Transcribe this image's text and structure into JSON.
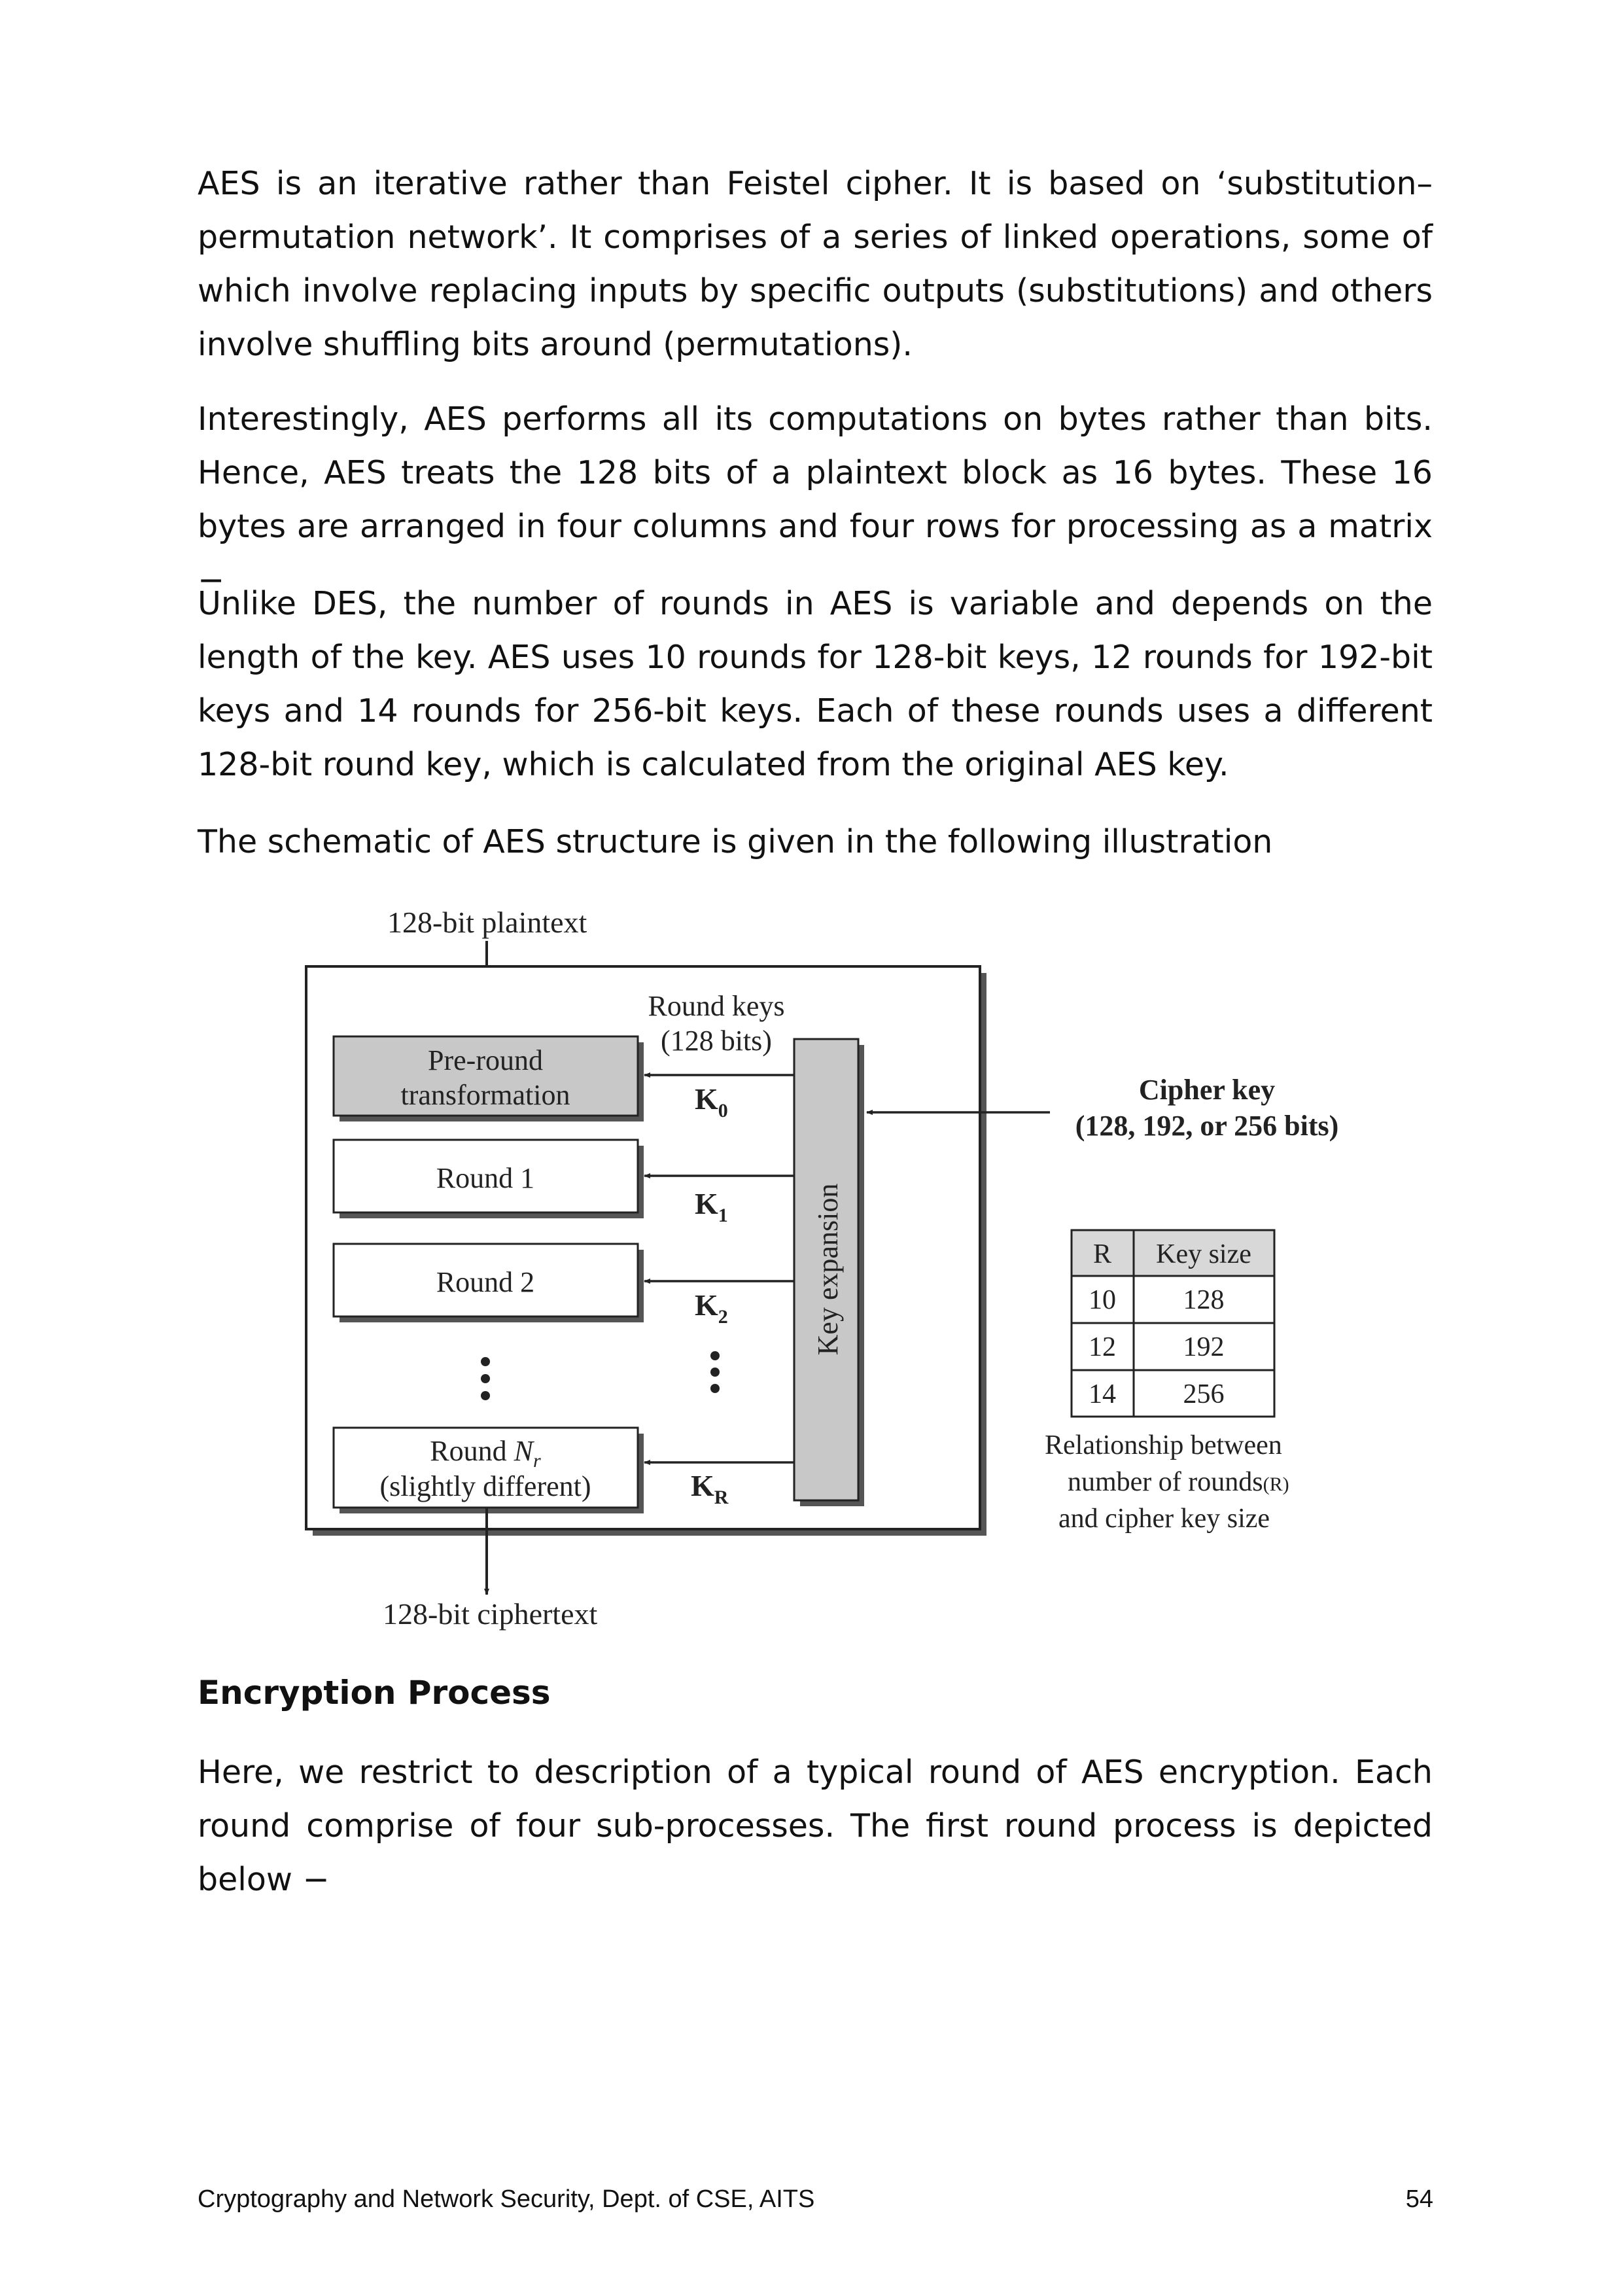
{
  "paragraphs": {
    "p1": "AES is an iterative rather than Feistel cipher. It is based on ‘substitution–permutation network’. It comprises of a series of linked operations, some of which involve replacing inputs by specific outputs (substitutions) and others involve shuffling bits around (permutations).",
    "p2": "Interestingly, AES performs all its computations on bytes rather than bits. Hence, AES treats the 128 bits of a plaintext block as 16 bytes. These 16 bytes are arranged in four columns and four rows for processing as a matrix −",
    "p3": "Unlike DES, the number of rounds in AES is variable and depends on the length of the key. AES uses 10 rounds for 128-bit keys, 12 rounds for 192-bit keys and 14 rounds for 256-bit keys. Each of these rounds uses a different 128-bit round key, which is calculated from the original AES key.",
    "p4": "The schematic of AES structure is given in the following illustration",
    "p5": "Here, we restrict to description of a typical round of AES encryption. Each round comprise of four sub-processes. The first round process is depicted below −"
  },
  "section_heading": "Encryption Process",
  "diagram": {
    "plaintext_label": "128-bit plaintext",
    "ciphertext_label": "128-bit ciphertext",
    "round_keys_label": "Round keys",
    "round_keys_bits": "(128 bits)",
    "preround_line1": "Pre-round",
    "preround_line2": "transformation",
    "round1": "Round 1",
    "round2": "Round 2",
    "round_n_prefix": "Round ",
    "round_n_var": "N",
    "round_n_sub": "r",
    "round_n_note": "(slightly different)",
    "key_expansion": "Key expansion",
    "k_main": "K",
    "k0_sub": "0",
    "k1_sub": "1",
    "k2_sub": "2",
    "kr_sub": "R",
    "cipher_key": "Cipher key",
    "cipher_key_sizes": "(128, 192, or 256 bits)",
    "table_headers": [
      "R",
      "Key size"
    ],
    "table_rows": [
      [
        "10",
        "128"
      ],
      [
        "12",
        "192"
      ],
      [
        "14",
        "256"
      ]
    ],
    "caption_line1": "Relationship between",
    "caption_line2": "number of rounds",
    "caption_line2_mark": "(R)",
    "caption_line3": "and cipher key size"
  },
  "footer": {
    "text": "Cryptography and Network Security, Dept. of CSE, AITS",
    "page": "54"
  },
  "colors": {
    "preround_fill": "#c8c8c8",
    "key_expansion_fill": "#c8c8c8"
  }
}
